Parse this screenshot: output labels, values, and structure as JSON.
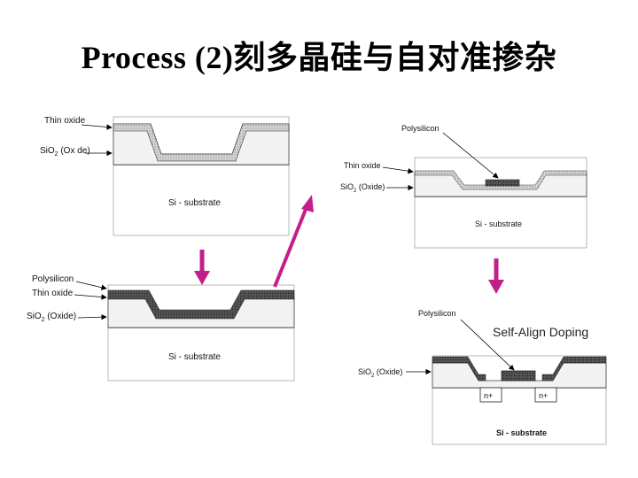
{
  "title": "Process (2)刻多晶硅与自对准掺杂",
  "colors": {
    "arrow": "#c41e8a",
    "hatch": "#555555"
  },
  "panel1": {
    "thin_oxide": "Thin oxide",
    "sio2": "SiO",
    "sio2_sub": "2",
    "sio2_suffix": " (Ox de)",
    "substrate": "Si - substrate"
  },
  "panel2": {
    "polysilicon": "Polysilicon",
    "thin_oxide": "Thin oxide",
    "sio2": "SiO",
    "sio2_sub": "2",
    "sio2_suffix": " (Oxide)",
    "substrate": "Si - substrate"
  },
  "panel3": {
    "polysilicon": "Polysilicon",
    "thin_oxide": "Thin oxide",
    "sio2": "SiO",
    "sio2_sub": "2",
    "sio2_suffix": " (Oxide)",
    "substrate": "Si - substrate"
  },
  "panel4": {
    "polysilicon": "Polysilicon",
    "sio2": "SiO",
    "sio2_sub": "2",
    "sio2_suffix": " (Oxide)",
    "n_left": "n+",
    "n_right": "n+",
    "substrate": "Si - substrate",
    "note": "Self-Align Doping"
  }
}
